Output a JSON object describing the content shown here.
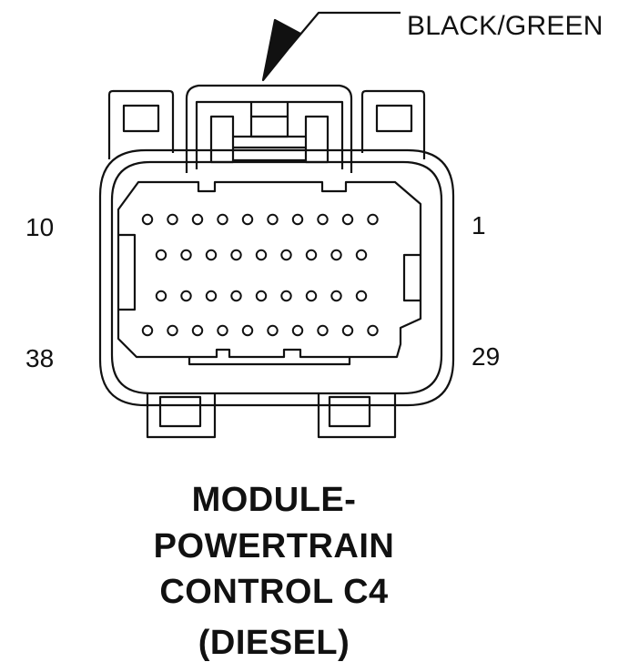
{
  "connector": {
    "wire_color_label": "BLACK/GREEN",
    "pin_labels": {
      "top_left": "10",
      "top_right": "1",
      "bottom_left": "38",
      "bottom_right": "29"
    },
    "pin_rows": [
      10,
      9,
      9,
      10
    ]
  },
  "title": {
    "line1": "MODULE-",
    "line2": "POWERTRAIN",
    "line3": "CONTROL C4",
    "line4": "(DIESEL)"
  }
}
